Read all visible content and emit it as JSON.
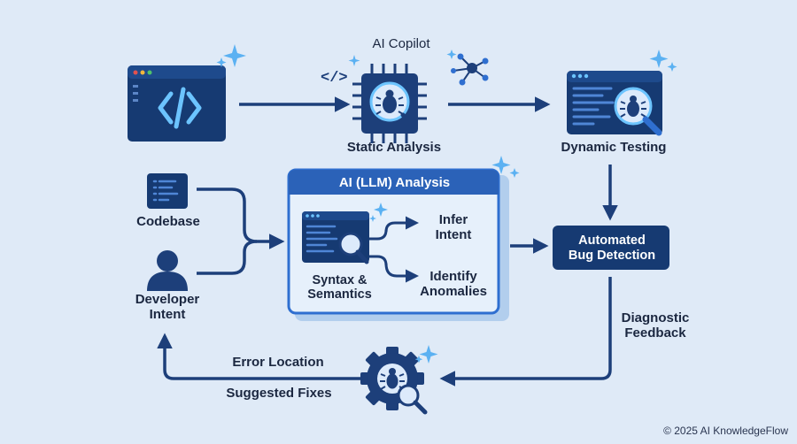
{
  "ai_copilot_label": "AI Copilot",
  "static_analysis_label": "Static Analysis",
  "dynamic_testing_label": "Dynamic Testing",
  "llm_panel": {
    "title": "AI (LLM) Analysis",
    "syntax_label": [
      "Syntax &",
      "Semantics"
    ],
    "infer_label": [
      "Infer",
      "Intent"
    ],
    "identify_label": [
      "Identify",
      "Anomalies"
    ]
  },
  "inputs": {
    "codebase_label": "Codebase",
    "developer_label": [
      "Developer",
      "Intent"
    ]
  },
  "bug_detection_label": [
    "Automated",
    "Bug Detection"
  ],
  "diagnostic_label": [
    "Diagnostic",
    "Feedback"
  ],
  "error_location_label": "Error Location",
  "suggested_fixes_label": "Suggested Fixes",
  "footer": "© 2025 AI KnowledgeFlow",
  "colors": {
    "background": "#dfeaf7",
    "navy": "#1d3f7a",
    "accent": "#2f6fd0",
    "glow": "#6cc4ff",
    "text": "#1b2740"
  }
}
